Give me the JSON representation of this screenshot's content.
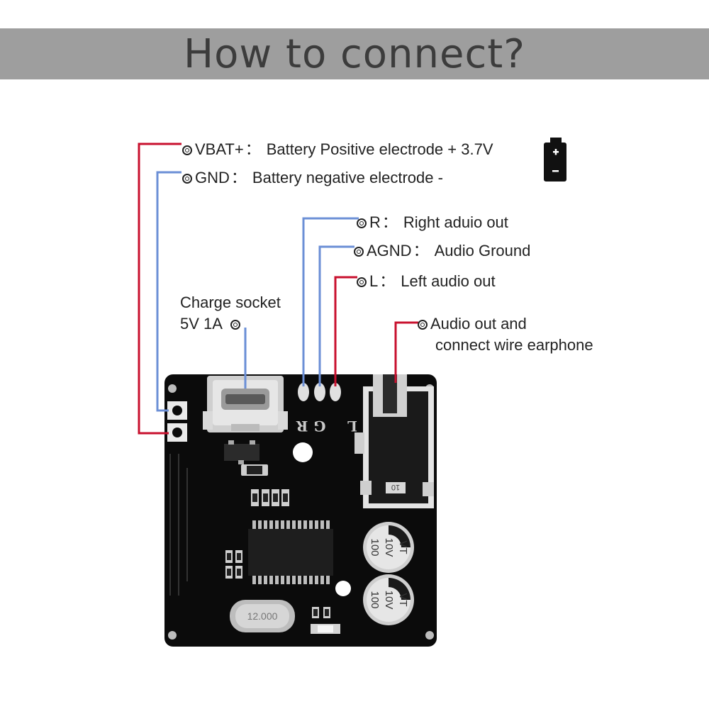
{
  "title": "How to connect?",
  "labels": {
    "vbat": {
      "name": "VBAT+",
      "desc": "Battery Positive electrode + 3.7V"
    },
    "gnd": {
      "name": "GND",
      "desc": "Battery negative electrode -"
    },
    "r": {
      "name": "R",
      "desc": "Right aduio out"
    },
    "agnd": {
      "name": "AGND",
      "desc": "Audio Ground"
    },
    "l": {
      "name": "L",
      "desc": "Left audio out"
    },
    "charge": {
      "line1": "Charge socket",
      "line2": "5V 1A"
    },
    "audio_out": {
      "line1": "Audio out and",
      "line2": "connect wire earphone"
    }
  },
  "separator": "：",
  "board": {
    "pin_letters": [
      "L",
      "G",
      "R"
    ],
    "capacitor_text": [
      "100",
      "10V",
      "VT"
    ],
    "jack_marking": "10"
  },
  "colors": {
    "positive_wire": "#c8102e",
    "ground_wire": "#6b8fd6",
    "board": "#0b0b0b",
    "banner": "#9e9e9e"
  },
  "icons": [
    "battery-icon",
    "connector-bullet-icon"
  ]
}
